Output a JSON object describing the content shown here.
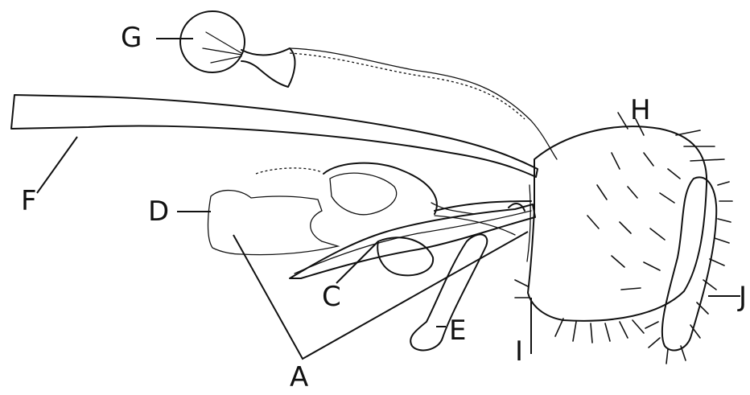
{
  "labels": {
    "A": "A",
    "C": "C",
    "D": "D",
    "E": "E",
    "F": "F",
    "G": "G",
    "H": "H",
    "I": "I",
    "J": "J"
  }
}
